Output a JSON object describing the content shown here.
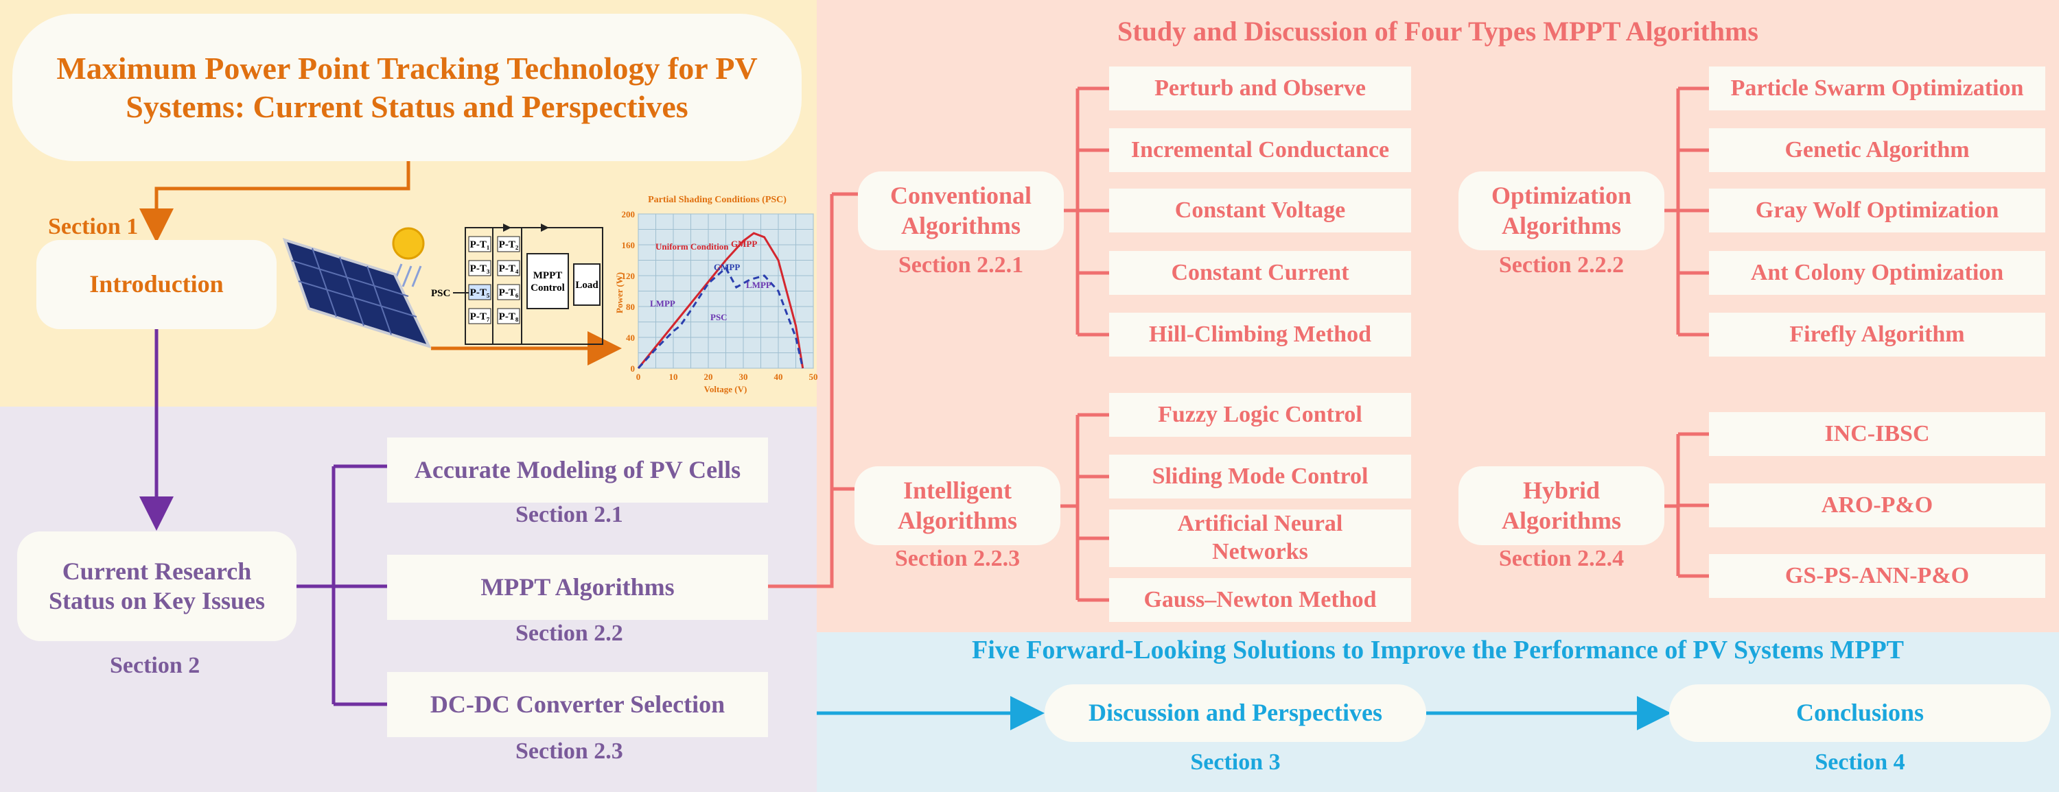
{
  "colors": {
    "orange": "#e07010",
    "purple": "#7030a0",
    "pink": "#ef6f6f",
    "blue": "#1aa6dd",
    "bg_yellow": "#fdeec7",
    "bg_lavender": "#ebe6ef",
    "bg_salmon": "#fde0d4",
    "bg_blue": "#dfeff5"
  },
  "title": "Maximum Power Point Tracking Technology for PV Systems: Current Status and Perspectives",
  "section1": {
    "tag": "Section 1",
    "box": "Introduction"
  },
  "illustration": {
    "psc_label": "PSC",
    "mppt_control": "MPPT Control",
    "load": "Load",
    "modules": [
      "P-T₁",
      "P-T₂",
      "P-T₃",
      "P-T₄",
      "P-T₅",
      "P-T₆",
      "P-T₇",
      "P-T₈"
    ],
    "chart_title": "Partial Shading Conditions (PSC)",
    "chart_ylabel": "Power (W)",
    "chart_xlabel": "Voltage (V)",
    "yticks": [
      "200",
      "160",
      "120",
      "80",
      "40",
      "0"
    ],
    "xticks": [
      "0",
      "10",
      "20",
      "30",
      "40",
      "50"
    ],
    "labels": {
      "uniform": "Uniform Condition",
      "gmpp_top": "GMPP",
      "gmpp_psc": "GMPP",
      "lmpp_left": "LMPP",
      "lmpp_right": "LMPP",
      "psc": "PSC"
    }
  },
  "chart_data": {
    "type": "line",
    "title": "Partial Shading Conditions (PSC)",
    "xlabel": "Voltage (V)",
    "ylabel": "Power (W)",
    "xlim": [
      0,
      50
    ],
    "ylim": [
      0,
      200
    ],
    "series": [
      {
        "name": "Uniform Condition",
        "x": [
          0,
          5,
          10,
          15,
          20,
          25,
          30,
          33,
          36,
          40,
          45,
          47
        ],
        "y": [
          0,
          28,
          56,
          84,
          112,
          140,
          165,
          175,
          170,
          140,
          55,
          0
        ]
      },
      {
        "x": [
          0,
          5,
          10,
          12,
          15,
          20,
          25,
          28,
          32,
          36,
          40,
          45,
          47
        ],
        "y": [
          0,
          25,
          48,
          55,
          75,
          110,
          130,
          105,
          115,
          120,
          100,
          40,
          0
        ]
      }
    ]
  },
  "section2": {
    "box": "Current Research Status on Key Issues",
    "tag": "Section 2",
    "items": [
      {
        "label": "Accurate Modeling of PV Cells",
        "tag": "Section 2.1"
      },
      {
        "label": "MPPT Algorithms",
        "tag": "Section 2.2"
      },
      {
        "label": "DC-DC Converter Selection",
        "tag": "Section 2.3"
      }
    ]
  },
  "study": {
    "header": "Study and Discussion of Four Types MPPT Algorithms",
    "conventional": {
      "label": "Conventional Algorithms",
      "tag": "Section 2.2.1",
      "items": [
        "Perturb and Observe",
        "Incremental Conductance",
        "Constant Voltage",
        "Constant Current",
        "Hill-Climbing Method"
      ]
    },
    "optimization": {
      "label": "Optimization Algorithms",
      "tag": "Section 2.2.2",
      "items": [
        "Particle Swarm Optimization",
        "Genetic Algorithm",
        "Gray Wolf Optimization",
        "Ant Colony Optimization",
        "Firefly Algorithm"
      ]
    },
    "intelligent": {
      "label": "Intelligent Algorithms",
      "tag": "Section 2.2.3",
      "items": [
        "Fuzzy Logic Control",
        "Sliding Mode Control",
        "Artificial Neural Networks",
        "Gauss–Newton Method"
      ]
    },
    "hybrid": {
      "label": "Hybrid Algorithms",
      "tag": "Section 2.2.4",
      "items": [
        "INC-IBSC",
        "ARO-P&O",
        "GS-PS-ANN-P&O"
      ]
    }
  },
  "forward": {
    "header": "Five Forward-Looking Solutions to Improve the Performance of PV Systems MPPT",
    "discussion": "Discussion and Perspectives",
    "discussion_tag": "Section 3",
    "conclusions": "Conclusions",
    "conclusions_tag": "Section 4"
  }
}
